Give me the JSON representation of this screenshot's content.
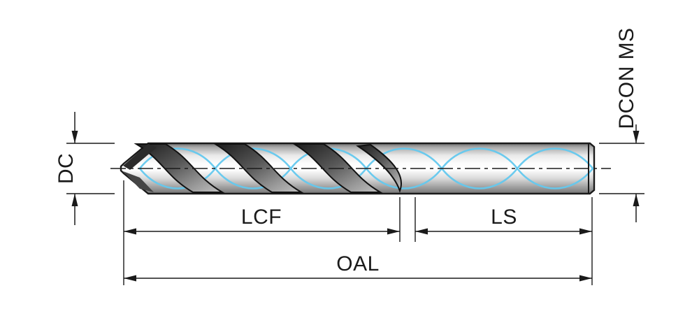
{
  "diagram": {
    "labels": {
      "dc": "DC",
      "dcon_ms": "DCON MS",
      "lcf": "LCF",
      "ls": "LS",
      "oal": "OAL"
    },
    "colors": {
      "line": "#1a1a1a",
      "coolant_channel": "#63c8ee",
      "background": "#ffffff"
    }
  }
}
